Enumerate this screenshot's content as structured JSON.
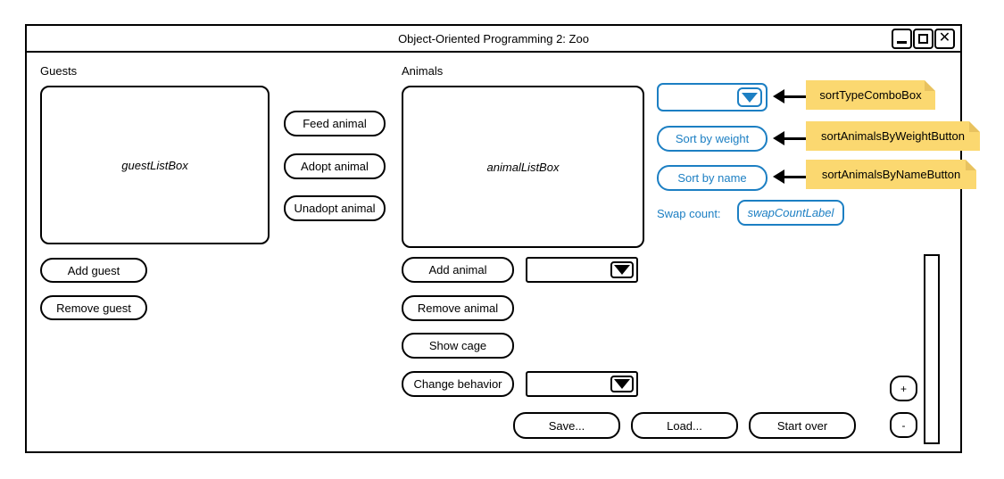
{
  "window": {
    "title": "Object-Oriented Programming 2: Zoo",
    "controls": {
      "minimize": "minimize",
      "maximize": "maximize",
      "close": "close"
    }
  },
  "guests_section": {
    "label": "Guests",
    "listbox_placeholder": "guestListBox",
    "buttons": [
      {
        "label": "Add guest"
      },
      {
        "label": "Remove guest"
      }
    ]
  },
  "guest_actions": {
    "buttons": [
      {
        "label": "Feed animal"
      },
      {
        "label": "Adopt animal"
      },
      {
        "label": "Unadopt animal"
      }
    ]
  },
  "animals_section": {
    "label": "Animals",
    "listbox_placeholder": "animalListBox",
    "buttons": [
      {
        "label": "Add animal"
      },
      {
        "label": "Remove animal"
      },
      {
        "label": "Show cage"
      },
      {
        "label": "Change behavior"
      }
    ],
    "add_animal_combo": {
      "value": ""
    },
    "change_behavior_combo": {
      "value": ""
    }
  },
  "sorting_section": {
    "sort_type_combo": {
      "value": ""
    },
    "sort_by_weight_label": "Sort by weight",
    "sort_by_name_label": "Sort by name",
    "swap_count_label": "Swap count:",
    "swap_count_value": "swapCountLabel"
  },
  "callouts": [
    {
      "text": "sortTypeComboBox"
    },
    {
      "text": "sortAnimalsByWeightButton"
    },
    {
      "text": "sortAnimalsByNameButton"
    }
  ],
  "bottom_bar": {
    "buttons": [
      {
        "label": "Save..."
      },
      {
        "label": "Load..."
      },
      {
        "label": "Start over"
      }
    ]
  },
  "stepper": {
    "increment_label": "+",
    "decrement_label": "-"
  },
  "colors": {
    "accent_blue": "#1C7FC3",
    "sticky_yellow": "#FBD870",
    "sticky_fold": "#E8C25F",
    "outline_black": "#000000"
  }
}
